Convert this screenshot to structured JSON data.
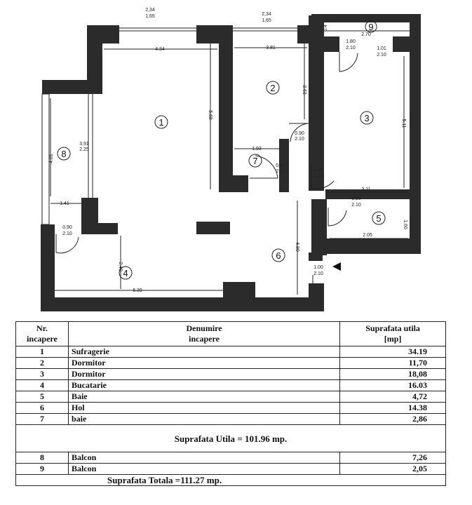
{
  "plan": {
    "rooms": [
      {
        "id": "1",
        "label": "1"
      },
      {
        "id": "2",
        "label": "2"
      },
      {
        "id": "3",
        "label": "3"
      },
      {
        "id": "4",
        "label": "4"
      },
      {
        "id": "5",
        "label": "5"
      },
      {
        "id": "6",
        "label": "6"
      },
      {
        "id": "7",
        "label": "7"
      },
      {
        "id": "8",
        "label": "8"
      },
      {
        "id": "9",
        "label": "9"
      }
    ],
    "dims": {
      "win1_a": "2,34",
      "win1_b": "1,65",
      "win2_a": "2,34",
      "win2_b": "1,65",
      "r1_width": "4.34",
      "r1_height": "5.68",
      "r2_width": "3.81",
      "r2_height": "3.63",
      "r3_height": "5.11",
      "r3_width": "3.11",
      "r9_width": "2.70",
      "r9_small": "0.4",
      "door3a_a": "1.80",
      "door3a_b": "2.10",
      "door3b_a": "1.01",
      "door3b_b": "2.10",
      "r8_height": "4.81",
      "r8_win_a": "3.91",
      "r8_win_b": "2.25",
      "r8_width": "1.41",
      "r7_width": "1.93",
      "door7_a": "0.80",
      "door7_b": "2.10",
      "door2_a": "0.90",
      "door2_b": "2.10",
      "door3_a": "0.90",
      "door3_b": "2.10",
      "door5_a": "0.80",
      "door5_b": "2.10",
      "r5_width": "2.05",
      "r5_height": "1.60",
      "door4_a": "0.90",
      "door4_b": "2.10",
      "r4_height": "2.40",
      "r4_width": "6.39",
      "r6_height": "4.80",
      "entry_a": "1.00",
      "entry_b": "2.10"
    }
  },
  "table": {
    "headers": {
      "nr": [
        "Nr.",
        "incapere"
      ],
      "name": [
        "Denumire",
        "incapere"
      ],
      "area": [
        "Suprafata utila",
        "[mp]"
      ]
    },
    "rows": [
      {
        "nr": "1",
        "name": "Sufragerie",
        "area": "34.19"
      },
      {
        "nr": "2",
        "name": "Dormitor",
        "area": "11,70"
      },
      {
        "nr": "3",
        "name": "Dormitor",
        "area": "18,08"
      },
      {
        "nr": "4",
        "name": "Bucatarie",
        "area": "16.03"
      },
      {
        "nr": "5",
        "name": "Baie",
        "area": "4,72"
      },
      {
        "nr": "6",
        "name": "Hol",
        "area": "14.38"
      },
      {
        "nr": "7",
        "name": "baie",
        "area": "2,86"
      }
    ],
    "useful_total": "Suprafata Utila = 101.96 mp.",
    "balcony_rows": [
      {
        "nr": "8",
        "name": "Balcon",
        "area": "7,26"
      },
      {
        "nr": "9",
        "name": "Balcon",
        "area": "2,05"
      }
    ],
    "grand_total": "Suprafata Totala =111.27 mp."
  }
}
